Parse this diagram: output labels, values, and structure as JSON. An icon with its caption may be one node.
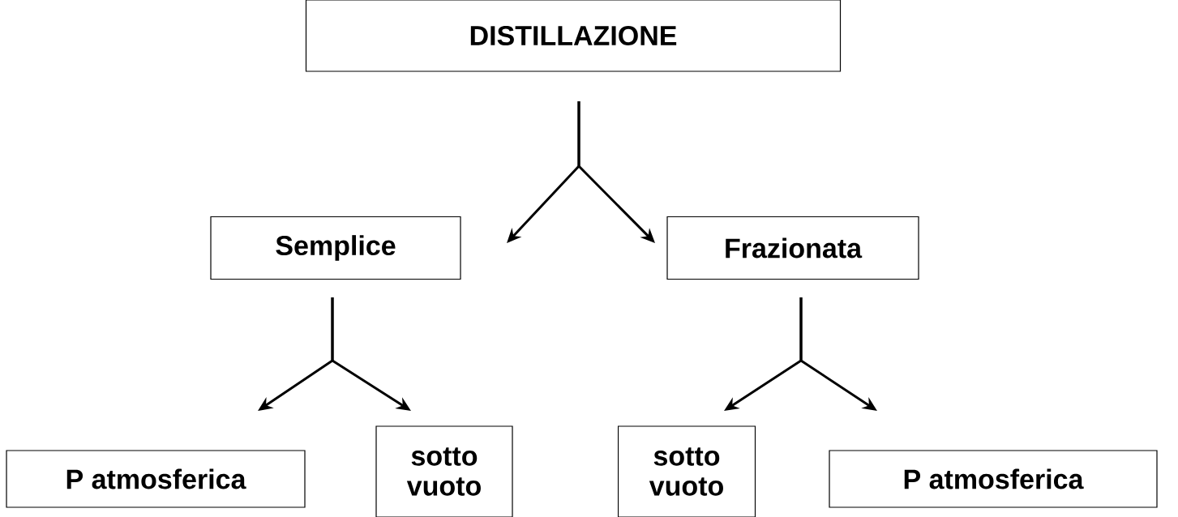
{
  "diagram": {
    "nodes": [
      {
        "text": [
          "DISTILLAZIONE"
        ]
      },
      {
        "text": [
          "Semplice"
        ]
      },
      {
        "text": [
          "Frazionata"
        ]
      },
      {
        "text": [
          "P atmosferica"
        ]
      },
      {
        "text": [
          "sotto vuoto"
        ]
      },
      {
        "text": [
          "sotto vuoto"
        ]
      },
      {
        "text": [
          "P atmosferica"
        ]
      }
    ],
    "edges": [
      {
        "from": 0,
        "to": 1,
        "arrow": "to"
      },
      {
        "from": 0,
        "to": 2,
        "arrow": "to"
      },
      {
        "from": 1,
        "to": 3,
        "arrow": "to"
      },
      {
        "from": 1,
        "to": 4,
        "arrow": "to"
      },
      {
        "from": 2,
        "to": 5,
        "arrow": "to"
      },
      {
        "from": 2,
        "to": 6,
        "arrow": "to"
      }
    ]
  }
}
